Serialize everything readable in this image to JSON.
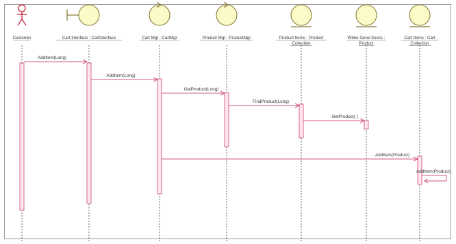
{
  "diagram": {
    "colors": {
      "border": "#9a9a9a",
      "lifeline": "#444444",
      "object_fill": "#fbfbc8",
      "object_stroke": "#8a7b3b",
      "actor_stroke": "#c0233b",
      "activation_fill": "#ffe6ee",
      "activation_stroke": "#cf5a7c",
      "message_line": "#cf5a7c",
      "text": "#333333"
    },
    "participants": [
      {
        "id": "customer",
        "kind": "actor",
        "label_lines": [
          "Customer"
        ]
      },
      {
        "id": "cart_interface",
        "kind": "boundary",
        "label_lines": [
          "Cart Interface : CartInterface"
        ]
      },
      {
        "id": "cart_mgr",
        "kind": "control",
        "label_lines": [
          "Cart Mgr : CartMgr"
        ]
      },
      {
        "id": "product_mgr",
        "kind": "control",
        "label_lines": [
          "Product Mgr : ProductMgr"
        ]
      },
      {
        "id": "product_items",
        "kind": "entity",
        "label_lines": [
          "Product Items : Product",
          "Collection"
        ]
      },
      {
        "id": "white_gone",
        "kind": "entity",
        "label_lines": [
          "White Gone Socks :",
          "Product"
        ]
      },
      {
        "id": "cart_items",
        "kind": "entity",
        "label_lines": [
          "Cart Items : Cart",
          "Collection"
        ]
      }
    ],
    "messages": [
      {
        "from": "customer",
        "to": "cart_interface",
        "label": "AddItem(Long)"
      },
      {
        "from": "cart_interface",
        "to": "cart_mgr",
        "label": "AddItem(Long)"
      },
      {
        "from": "cart_mgr",
        "to": "product_mgr",
        "label": "GetProduct(Long)"
      },
      {
        "from": "product_mgr",
        "to": "product_items",
        "label": "FindProduct(Long)"
      },
      {
        "from": "product_items",
        "to": "white_gone",
        "label": "GetProduct( )"
      },
      {
        "from": "cart_mgr",
        "to": "cart_items",
        "label": "AddItem(Product)"
      },
      {
        "from": "cart_items",
        "to": "cart_items",
        "label": "AddItem(Product)"
      }
    ]
  }
}
